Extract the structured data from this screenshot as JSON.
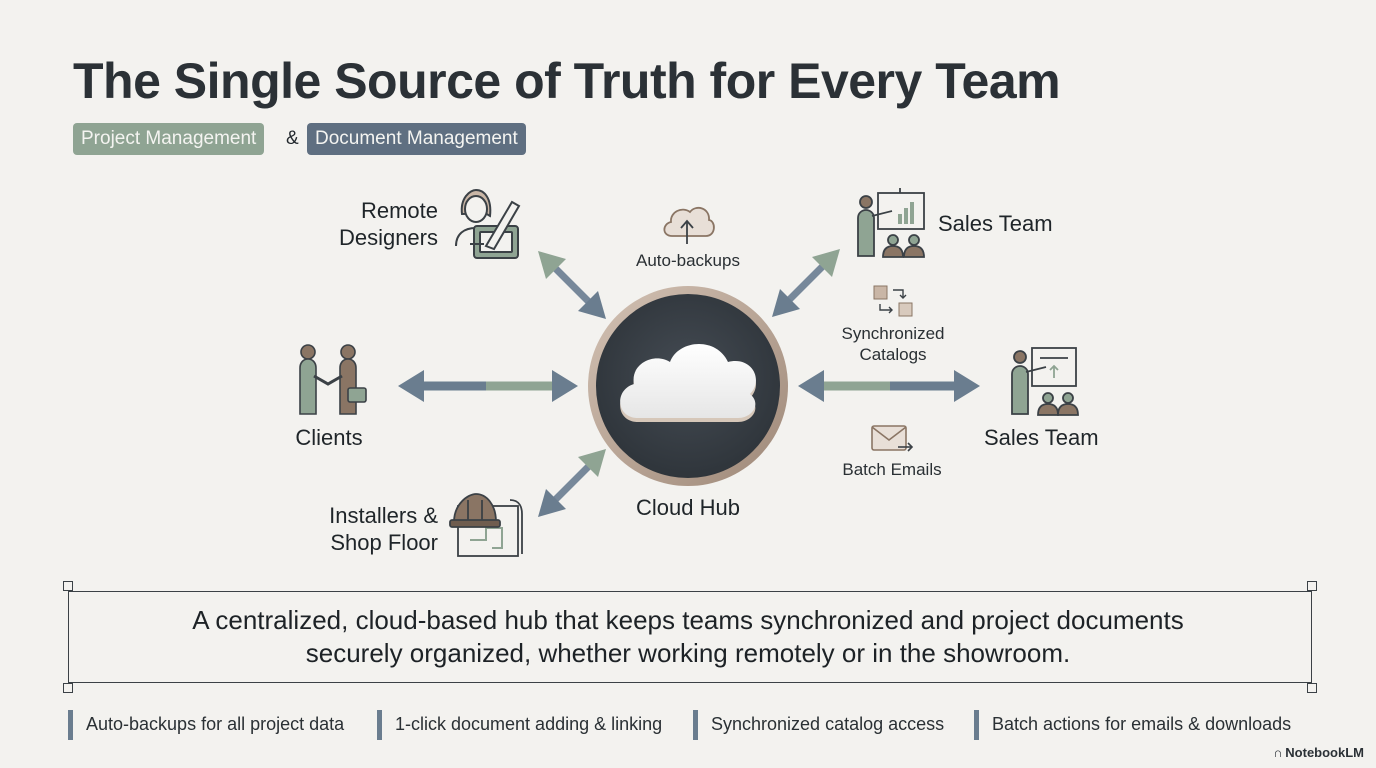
{
  "title": "The Single Source of Truth for Every Team",
  "tags": {
    "left": "Project Management",
    "connector": "&",
    "right": "Document Management"
  },
  "hub": {
    "label": "Cloud Hub",
    "icon": "cloud-icon"
  },
  "nodes": {
    "remote_designers": {
      "line1": "Remote",
      "line2": "Designers",
      "icon": "designer-icon"
    },
    "clients": {
      "label": "Clients",
      "icon": "handshake-icon"
    },
    "installers": {
      "line1": "Installers &",
      "line2": "Shop Floor",
      "icon": "hardhat-blueprint-icon"
    },
    "sales_top": {
      "label": "Sales Team",
      "icon": "presentation-icon"
    },
    "sales_right": {
      "label": "Sales Team",
      "icon": "presentation-icon"
    }
  },
  "connector_labels": {
    "backups": {
      "text": "Auto-backups",
      "icon": "cloud-upload-icon"
    },
    "catalogs": {
      "line1": "Synchronized",
      "line2": "Catalogs",
      "icon": "sync-squares-icon"
    },
    "emails": {
      "text": "Batch Emails",
      "icon": "envelope-send-icon"
    }
  },
  "summary": {
    "line1": "A centralized, cloud-based hub that keeps teams synchronized and project documents",
    "line2": "securely organized, whether working remotely or in the showroom."
  },
  "features": [
    "Auto-backups for all project data",
    "1-click document adding & linking",
    "Synchronized catalog access",
    "Batch actions for emails & downloads"
  ],
  "brand": "NotebookLM",
  "colors": {
    "background": "#f3f2ef",
    "sage": "#8fa493",
    "slate": "#5f6f81",
    "hub_dark": "#363c43",
    "hub_ring": "#b7a293",
    "icon_brown": "#8a7564"
  }
}
